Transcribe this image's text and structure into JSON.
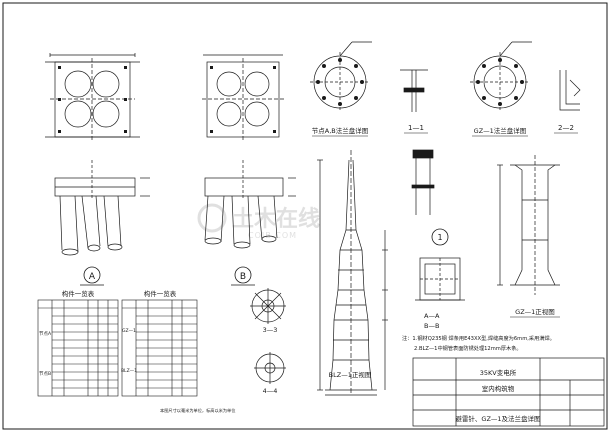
{
  "drawing": {
    "view_labels": {
      "node_a_flange": "节点A,B法兰盘详图",
      "section_1_1": "1—1",
      "gz1_flange": "GZ—1法兰盘详图",
      "section_2_2": "2—2",
      "section_a_a": "A—A",
      "section_b_b": "B—B",
      "gz1_elevation": "GZ—1正视图",
      "blz1_elevation": "BLZ—1正视图",
      "section_3_3": "3—3",
      "section_4_4": "4—4",
      "node_a_circle": "A",
      "node_b_circle": "B",
      "detail_1_circle": "1"
    },
    "tables": {
      "left_title": "构件一览表",
      "right_title": "构件一览表",
      "left_groups": [
        "节点A",
        "节点B"
      ],
      "right_groups": [
        "GZ—1",
        "BLZ—1"
      ],
      "bottom_note": "本图尺寸以毫米为单位，标高以米为单位"
    },
    "notes": {
      "line1": "注：1.钢材Q235钢  焊条用E43XX型,焊缝高度为6mm,采用满焊。",
      "line2": "2.BLZ—1中钢管表面防锈处理12mm厚木条。"
    },
    "title_block": {
      "project_line1": "35KV变电所",
      "project_line2": "室内构筑物",
      "drawing_name": "避雷针、GZ—1及法兰盘详图"
    },
    "watermark": {
      "cn": "土木在线",
      "en": "COIB.COM"
    },
    "colors": {
      "line": "#1a1a1a",
      "green_text": "#3d8a3d",
      "watermark": "#c8c8c8"
    }
  }
}
